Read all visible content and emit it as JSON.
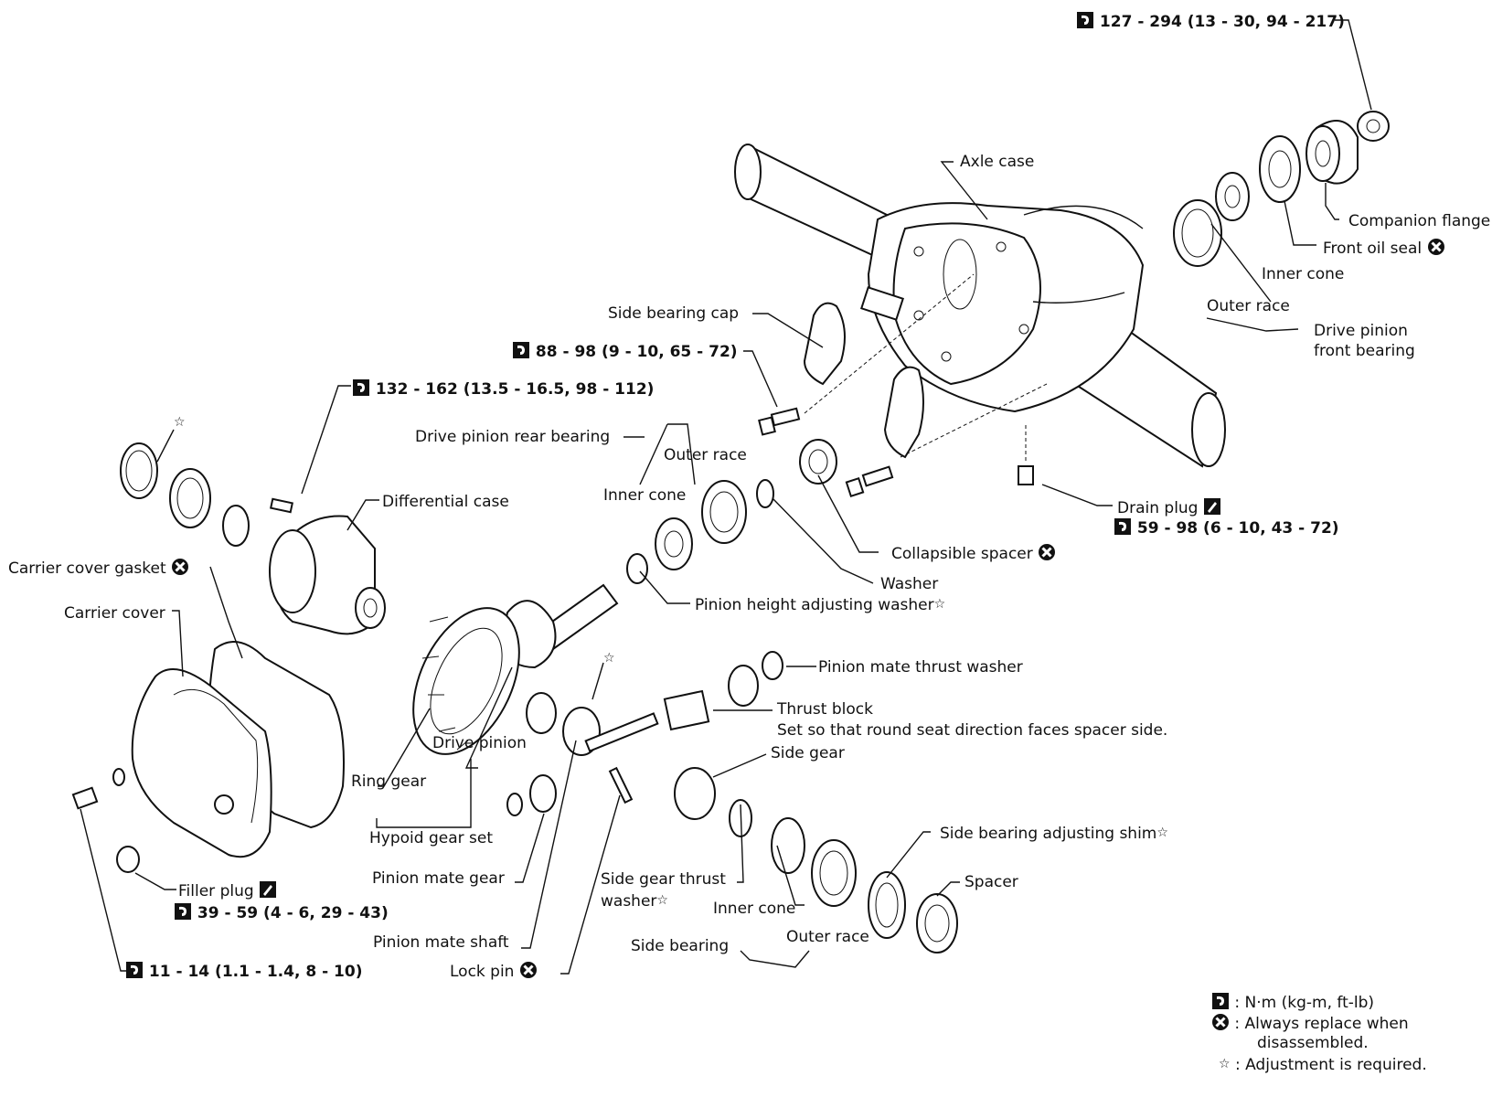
{
  "symbols": {
    "torque_icon": "torque-wrench-icon",
    "replace_icon": "x-circle-replace-icon",
    "adjust_icon": "star-adjust-icon",
    "sealant_icon": "sealant-icon"
  },
  "labels": {
    "axle_case": "Axle case",
    "companion_flange": "Companion flange",
    "front_oil_seal": "Front oil seal",
    "inner_cone_front": "Inner cone",
    "outer_race_front": "Outer race",
    "drive_pinion_front_bearing_1": "Drive pinion",
    "drive_pinion_front_bearing_2": "front bearing",
    "side_bearing_cap": "Side bearing cap",
    "drive_pinion_rear_bearing": "Drive pinion rear bearing",
    "outer_race_rear": "Outer race",
    "inner_cone_rear": "Inner cone",
    "differential_case": "Differential case",
    "carrier_cover_gasket": "Carrier cover gasket",
    "carrier_cover": "Carrier cover",
    "drain_plug": "Drain plug",
    "collapsible_spacer": "Collapsible spacer",
    "washer": "Washer",
    "pinion_height_adjusting_washer": "Pinion height adjusting washer",
    "pinion_mate_thrust_washer": "Pinion mate thrust washer",
    "thrust_block": "Thrust block",
    "thrust_block_note": "Set so that round seat direction faces spacer side.",
    "side_gear": "Side gear",
    "drive_pinion": "Drive pinion",
    "ring_gear": "Ring gear",
    "hypoid_gear_set": "Hypoid gear set",
    "pinion_mate_gear": "Pinion mate gear",
    "pinion_mate_shaft": "Pinion mate shaft",
    "lock_pin": "Lock pin",
    "filler_plug": "Filler plug",
    "side_gear_thrust_washer_1": "Side gear thrust",
    "side_gear_thrust_washer_2": "washer",
    "inner_cone_side": "Inner cone",
    "outer_race_side": "Outer race",
    "side_bearing": "Side bearing",
    "side_bearing_adjusting_shim": "Side bearing adjusting shim",
    "spacer": "Spacer"
  },
  "torques": {
    "companion_flange_nut": "127 - 294 (13 - 30, 94 - 217)",
    "side_bearing_cap_bolt": "88 - 98 (9 - 10, 65 - 72)",
    "ring_gear_bolt": "132 - 162 (13.5 - 16.5, 98 - 112)",
    "drain_plug": "59 - 98 (6 - 10, 43 - 72)",
    "filler_plug": "39 - 59 (4 - 6, 29 - 43)",
    "cover_bolt": "11 - 14 (1.1 - 1.4, 8 - 10)"
  },
  "legend": {
    "torque_units": ": N·m (kg-m, ft-lb)",
    "replace_1": ": Always replace when",
    "replace_2": "disassembled.",
    "adjust_star": "☆",
    "adjust": ": Adjustment is required."
  }
}
